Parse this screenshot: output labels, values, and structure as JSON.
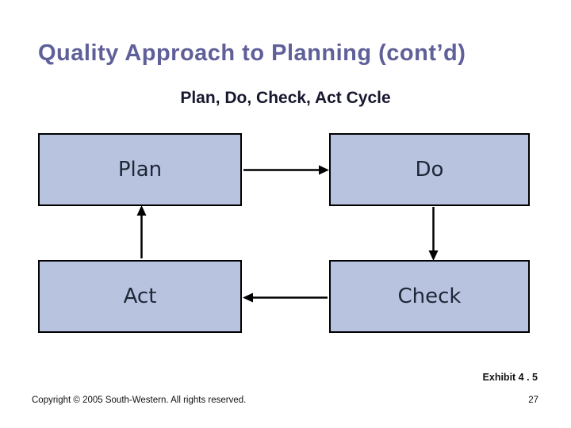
{
  "slide": {
    "title": "Quality Approach to Planning (cont’d)",
    "subtitle": "Plan, Do, Check, Act Cycle"
  },
  "diagram": {
    "type": "cycle-flow",
    "boxes": [
      {
        "id": "plan",
        "label": "Plan"
      },
      {
        "id": "do",
        "label": "Do"
      },
      {
        "id": "check",
        "label": "Check"
      },
      {
        "id": "act",
        "label": "Act"
      }
    ],
    "arrows": [
      {
        "from": "plan",
        "to": "do",
        "direction": "right"
      },
      {
        "from": "do",
        "to": "check",
        "direction": "down"
      },
      {
        "from": "check",
        "to": "act",
        "direction": "left"
      },
      {
        "from": "act",
        "to": "plan",
        "direction": "up"
      }
    ]
  },
  "footer": {
    "exhibit": "Exhibit 4 . 5",
    "copyright": "Copyright © 2005 South-Western. All rights reserved.",
    "page_number": "27"
  },
  "colors": {
    "title": "#5f5f99",
    "subtitle": "#17172f",
    "box_fill": "#b8c3e0",
    "box_border": "#000000",
    "box_label": "#1f2636",
    "arrow": "#000000"
  }
}
